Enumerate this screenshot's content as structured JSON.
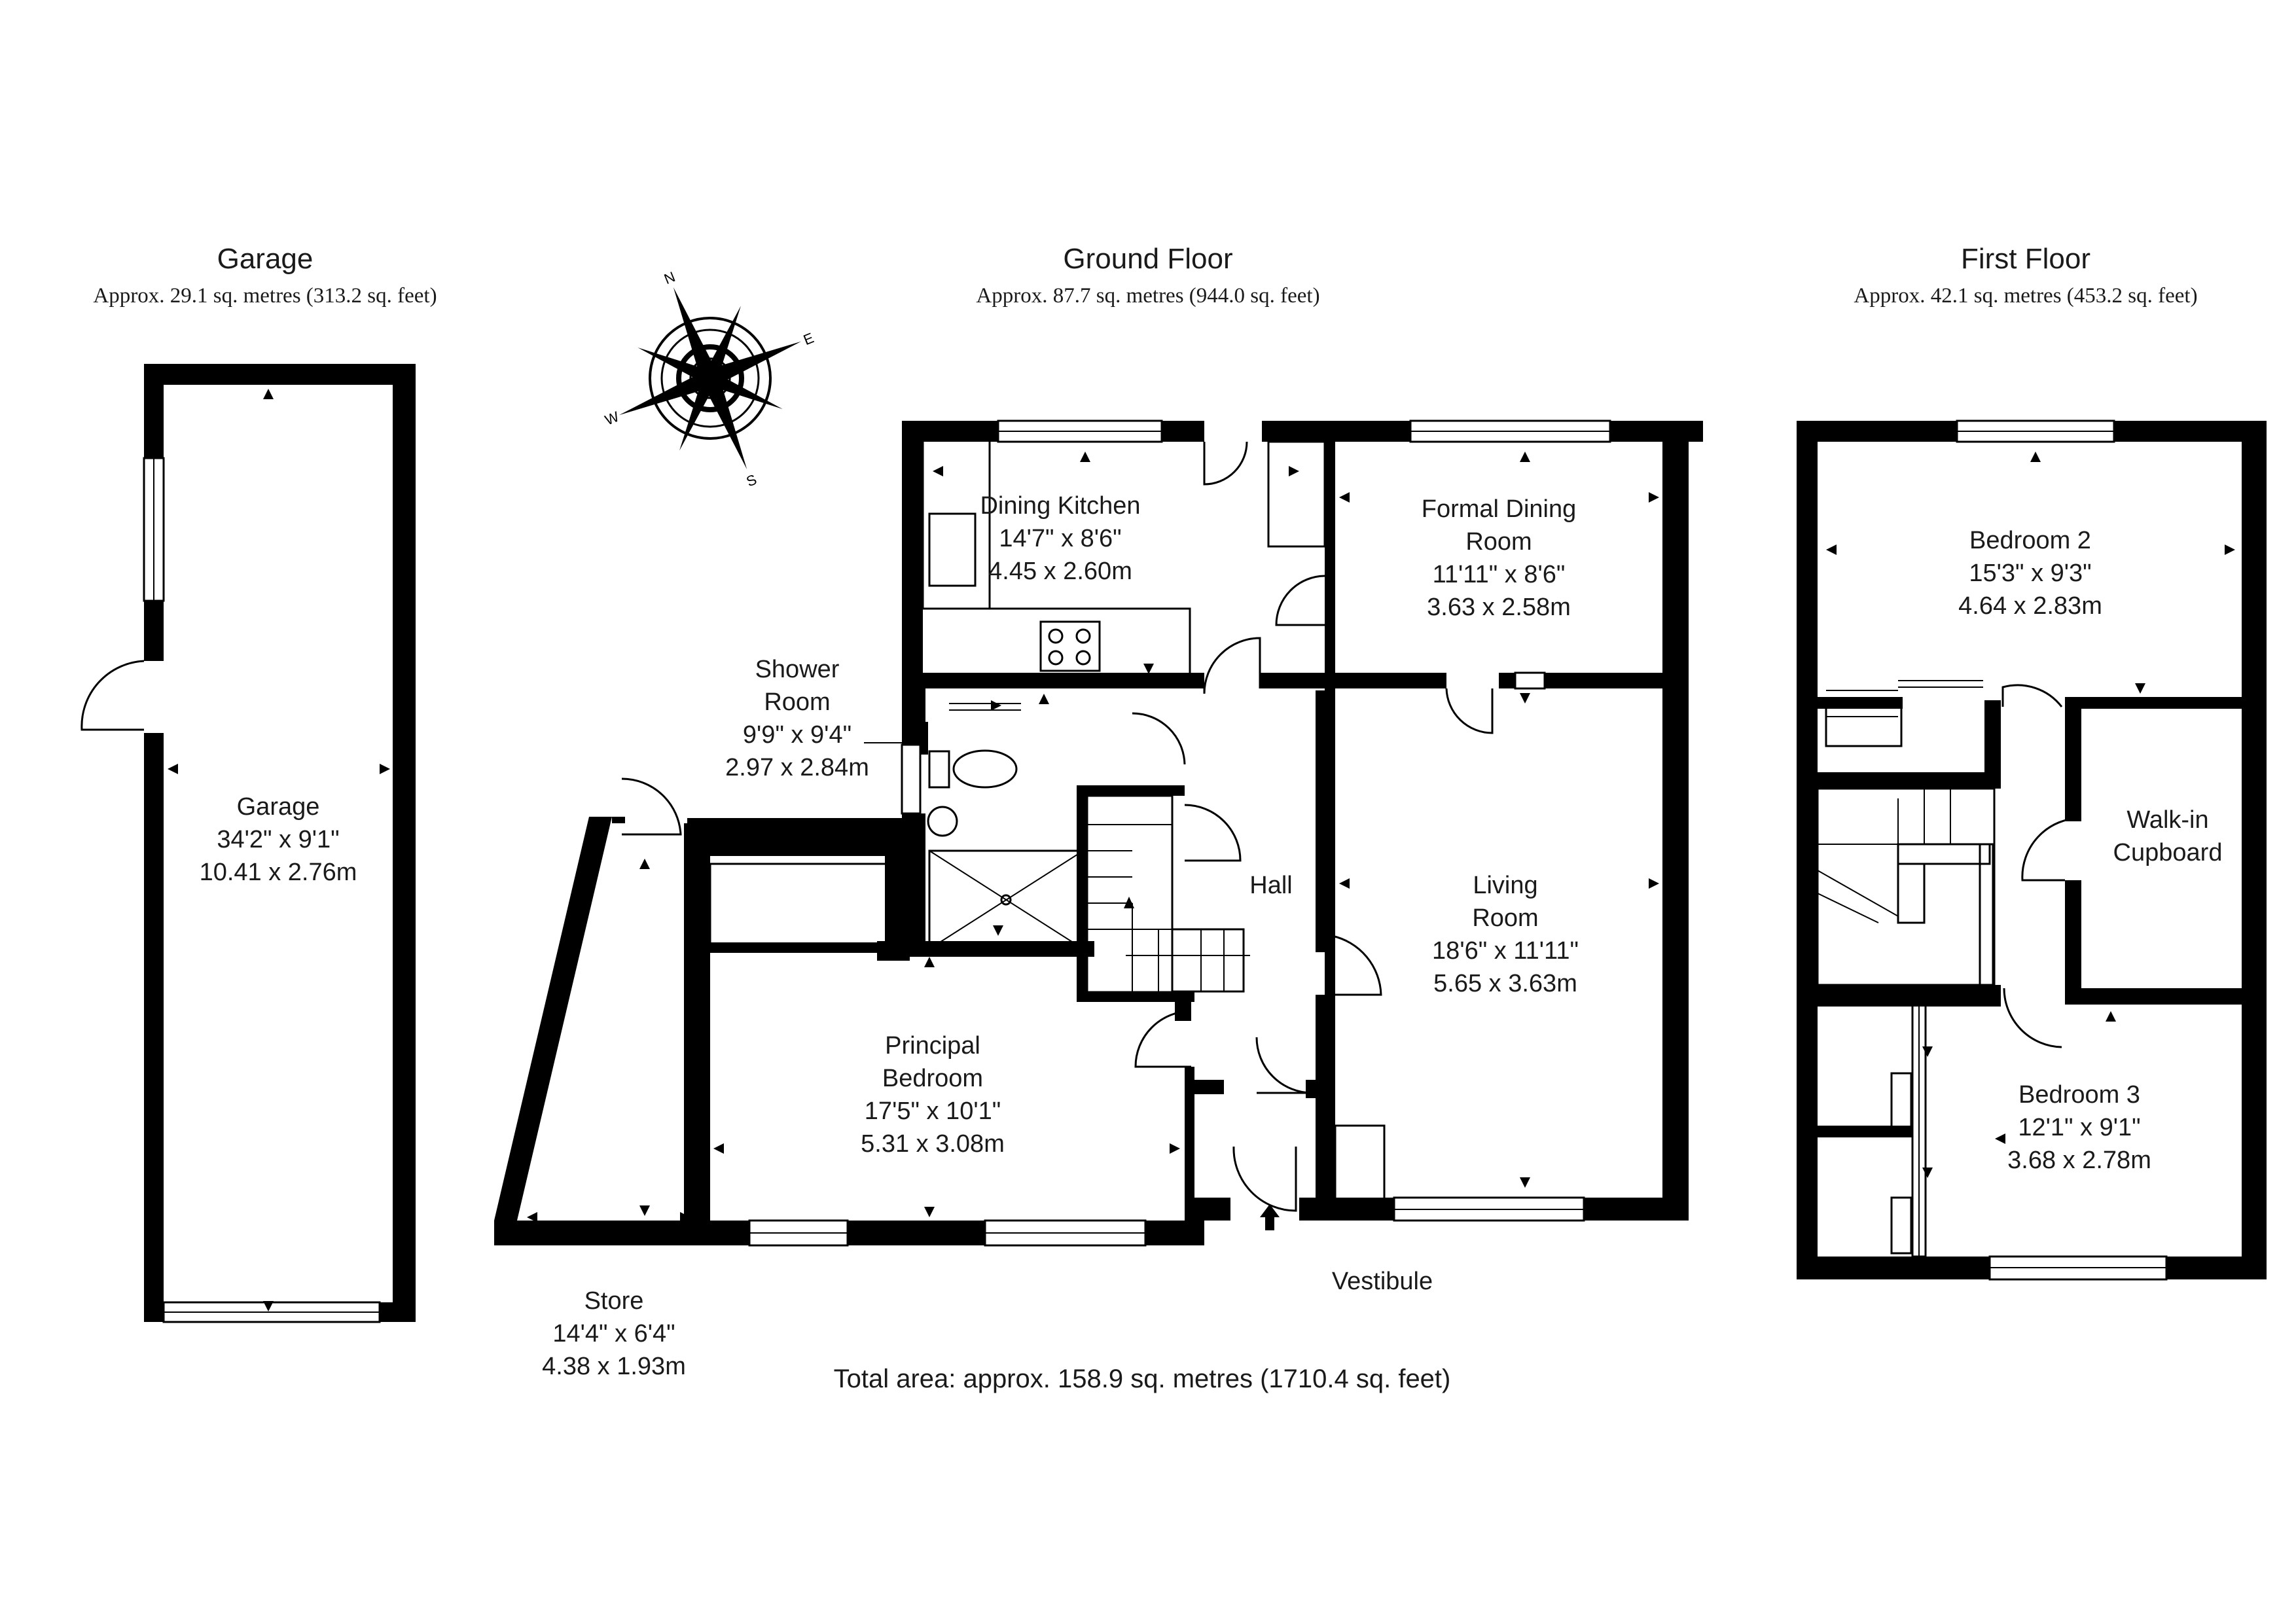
{
  "colors": {
    "wall": "#000000",
    "background": "#ffffff",
    "text": "#1a1a1a"
  },
  "floors": {
    "garage": {
      "title": "Garage",
      "area": "Approx. 29.1 sq. metres (313.2 sq. feet)"
    },
    "ground": {
      "title": "Ground Floor",
      "area": "Approx. 87.7 sq. metres (944.0 sq. feet)"
    },
    "first": {
      "title": "First Floor",
      "area": "Approx. 42.1 sq. metres (453.2 sq. feet)"
    }
  },
  "rooms": {
    "garage": {
      "name": "Garage",
      "imperial": "34'2\" x 9'1\"",
      "metric": "10.41 x 2.76m"
    },
    "dining_kitchen": {
      "name": "Dining Kitchen",
      "imperial": "14'7\" x 8'6\"",
      "metric": "4.45 x 2.60m"
    },
    "formal_dining": {
      "name_line1": "Formal Dining",
      "name_line2": "Room",
      "imperial": "11'11\" x 8'6\"",
      "metric": "3.63 x 2.58m"
    },
    "shower_room": {
      "name_line1": "Shower",
      "name_line2": "Room",
      "imperial": "9'9\" x 9'4\"",
      "metric": "2.97 x 2.84m"
    },
    "hall": {
      "name": "Hall"
    },
    "living_room": {
      "name_line1": "Living",
      "name_line2": "Room",
      "imperial": "18'6\" x 11'11\"",
      "metric": "5.65 x 3.63m"
    },
    "principal_bedroom": {
      "name_line1": "Principal",
      "name_line2": "Bedroom",
      "imperial": "17'5\" x 10'1\"",
      "metric": "5.31 x 3.08m"
    },
    "store": {
      "name": "Store",
      "imperial": "14'4\" x 6'4\"",
      "metric": "4.38 x 1.93m"
    },
    "vestibule": {
      "name": "Vestibule"
    },
    "bedroom_2": {
      "name": "Bedroom 2",
      "imperial": "15'3\" x 9'3\"",
      "metric": "4.64 x 2.83m"
    },
    "walk_in": {
      "name_line1": "Walk-in",
      "name_line2": "Cupboard"
    },
    "bedroom_3": {
      "name": "Bedroom 3",
      "imperial": "12'1\" x 9'1\"",
      "metric": "3.68 x 2.78m"
    }
  },
  "total_area": "Total area: approx. 158.9 sq. metres (1710.4 sq. feet)",
  "compass": {
    "labels": [
      "N",
      "E",
      "S",
      "W"
    ],
    "icon": "compass-rose-icon"
  }
}
